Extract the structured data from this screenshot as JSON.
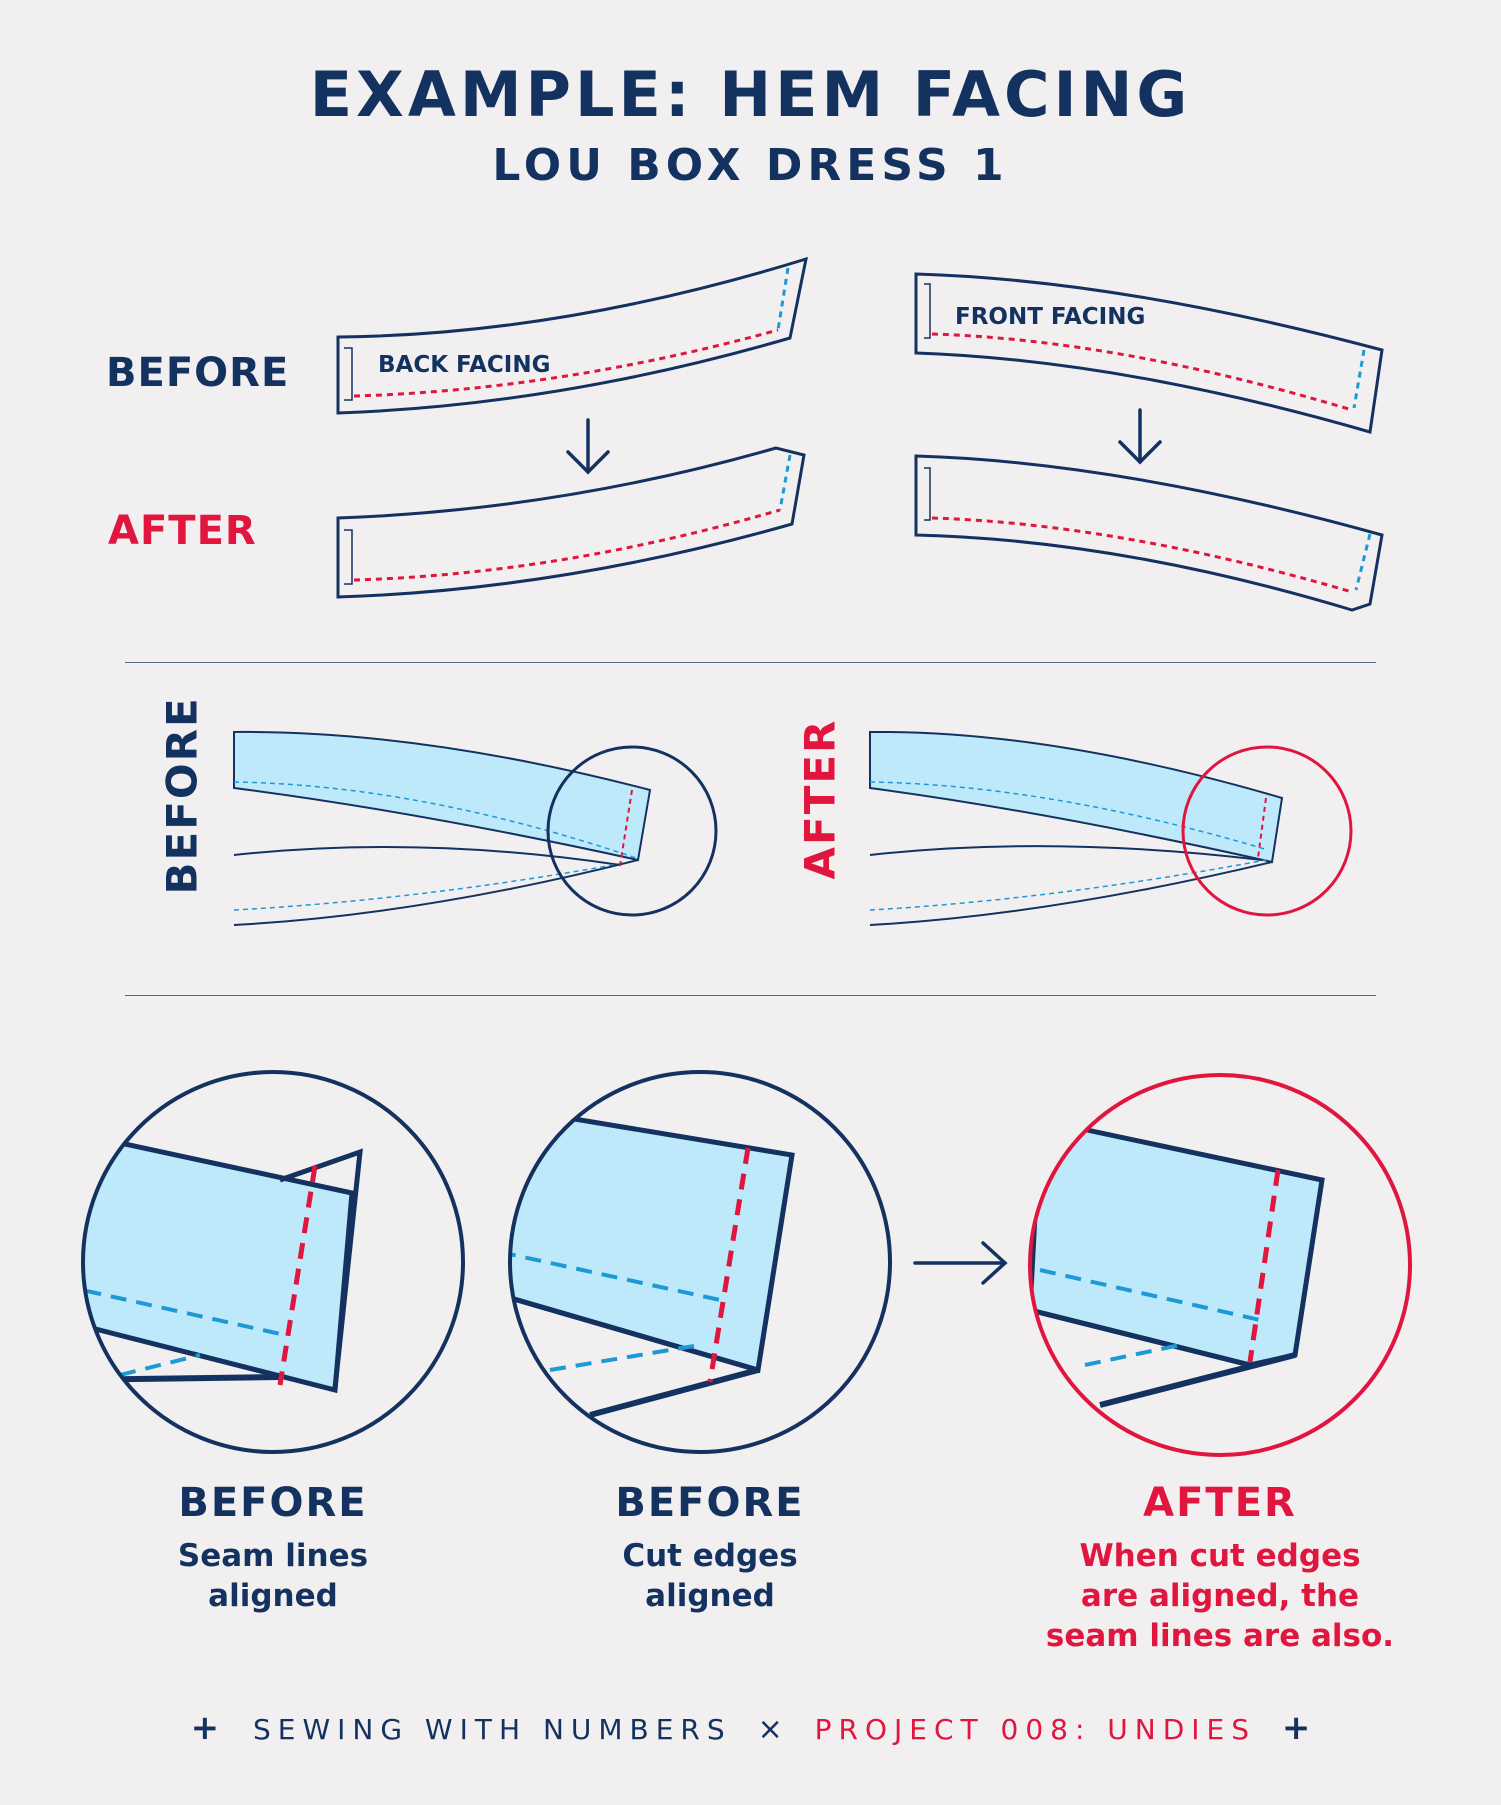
{
  "header": {
    "title": "EXAMPLE: HEM FACING",
    "subtitle": "LOU BOX DRESS 1"
  },
  "section1": {
    "before_label": "BEFORE",
    "after_label": "AFTER",
    "back_facing_label": "BACK FACING",
    "front_facing_label": "FRONT FACING"
  },
  "section2": {
    "before_label": "BEFORE",
    "after_label": "AFTER"
  },
  "section3": {
    "panels": [
      {
        "head": "BEFORE",
        "line1": "Seam lines",
        "line2": "aligned"
      },
      {
        "head": "BEFORE",
        "line1": "Cut edges",
        "line2": "aligned"
      },
      {
        "head": "AFTER",
        "line1": "When cut edges",
        "line2": "are aligned, the",
        "line3": "seam lines are also."
      }
    ]
  },
  "footer": {
    "plus_left": "+",
    "left": "SEWING WITH NUMBERS",
    "times": "×",
    "right": "PROJECT 008: UNDIES",
    "plus_right": "+"
  },
  "colors": {
    "navy": "#14325f",
    "red": "#e0163f",
    "light_blue": "#bde9fb",
    "blue_dash": "#1d9ad6",
    "background": "#f1eff0"
  }
}
